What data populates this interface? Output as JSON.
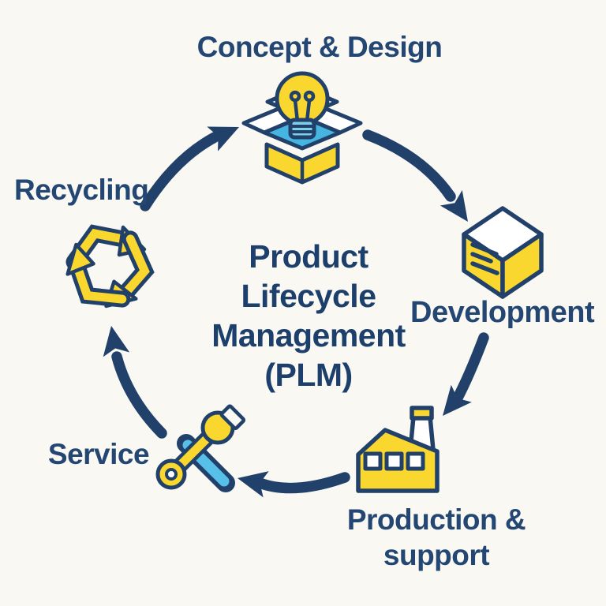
{
  "diagram_title": "Product Lifecycle Management (PLM)",
  "center_title": {
    "lines": [
      "Product",
      "Lifecycle",
      "Management",
      "(PLM)"
    ]
  },
  "stages": [
    {
      "id": "concept-design",
      "label": "Concept & Design",
      "icon": "lightbulb-in-open-box"
    },
    {
      "id": "development",
      "label": "Development",
      "icon": "cube"
    },
    {
      "id": "production-support",
      "label": "Production & support",
      "label_lines": [
        "Production &",
        "support"
      ],
      "icon": "factory"
    },
    {
      "id": "service",
      "label": "Service",
      "icon": "wrench-and-screwdriver"
    },
    {
      "id": "recycling",
      "label": "Recycling",
      "icon": "recycling-arrows"
    }
  ],
  "flow": {
    "direction": "clockwise",
    "arrows": [
      {
        "from": "concept-design",
        "to": "development"
      },
      {
        "from": "development",
        "to": "production-support"
      },
      {
        "from": "production-support",
        "to": "service"
      },
      {
        "from": "service",
        "to": "recycling"
      },
      {
        "from": "recycling",
        "to": "concept-design"
      }
    ]
  },
  "colors": {
    "background": "#faf8f3",
    "navy": "#21416b",
    "yellow": "#f9d72e",
    "light_blue": "#47b5e2",
    "pale_blue": "#7fd0ea",
    "white": "#ffffff"
  }
}
